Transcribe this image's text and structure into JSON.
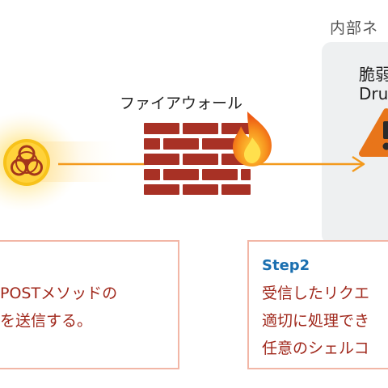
{
  "internal": {
    "title": "内部ネ",
    "vuln_line1": "脆弱",
    "vuln_line2": "Dru"
  },
  "firewall": {
    "label": "ファイアウォール"
  },
  "step1": {
    "line1": "POSTメソッドの",
    "line2": "を送信する。"
  },
  "step2": {
    "title": "Step2",
    "line1": "受信したリクエ",
    "line2": "適切に処理でき",
    "line3": "任意のシェルコ"
  },
  "colors": {
    "arrow": "#f39a1d",
    "brick": "#a83125",
    "step_border": "#f2b6a6",
    "step_text": "#a0281c",
    "step2_title": "#1a6fb0",
    "panel": "#eef0f1",
    "warning": "#e8751a"
  },
  "icons": {
    "biohazard": "biohazard-icon",
    "fire": "fire-icon",
    "warning": "warning-icon",
    "firewall": "brick-wall-icon"
  }
}
